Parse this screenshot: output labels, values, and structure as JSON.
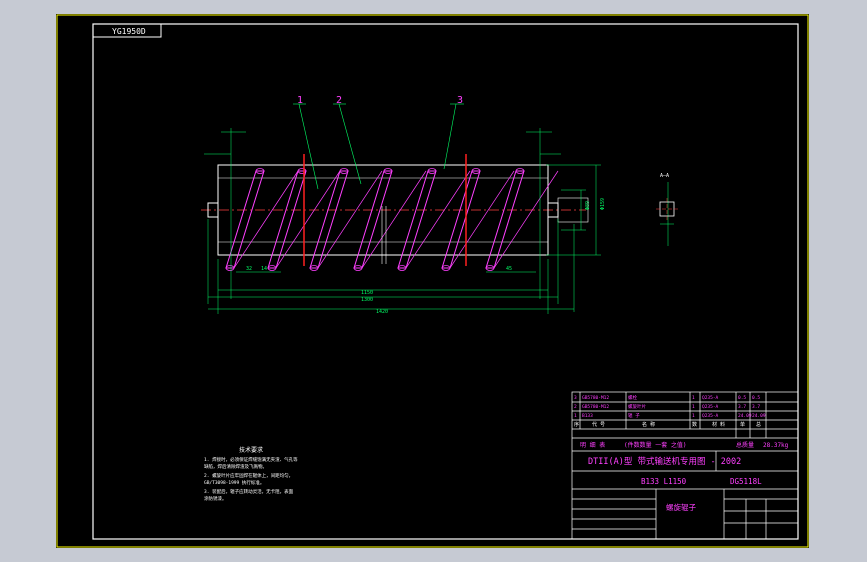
{
  "drawing_code": "YG1950D",
  "part_numbers": [
    "1",
    "2",
    "3"
  ],
  "section_label": "A—A",
  "dim_labels": [
    "Φ89",
    "Φ159",
    "1150",
    "1300",
    "1420",
    "32",
    "14",
    "45"
  ],
  "technical_notes": {
    "title": "技术要求",
    "lines": [
      "1. 焊接时，必须保证焊缝饱满无夹渣、气孔等",
      "   缺陷，焊后清除焊渣及飞溅物。",
      "2. 螺旋叶片应牢固焊在辊体上，间距均匀，",
      "   GB/T3098-1999 执行标准。",
      "3. 装配后，辊子应转动灵活，无卡阻，表面",
      "   涂防锈漆。"
    ]
  },
  "parts_list": [
    {
      "no": "3",
      "code": "GB5780-M12",
      "name": "螺栓",
      "qty": "1",
      "material": "Q235-A",
      "unit_weight": "0.5",
      "total_weight": "0.5"
    },
    {
      "no": "2",
      "code": "GB5780-M12",
      "name": "螺旋叶片",
      "qty": "1",
      "material": "Q235-A",
      "unit_weight": "3.7",
      "total_weight": "3.7"
    },
    {
      "no": "1",
      "code": "B133",
      "name": "辊 子",
      "qty": "1",
      "material": "Q235-A",
      "unit_weight": "24.09",
      "total_weight": "24.09"
    }
  ],
  "parts_header": [
    "序",
    "代 号",
    "名 称",
    "数",
    "材 料",
    "单",
    "总"
  ],
  "parts_notes_row": [
    "明 细 表",
    "(件数数量 一套 之值)",
    "总质量",
    "28.37kg"
  ],
  "title_block": {
    "series_title": "DTII(A)型  带式输送机专用图 - 2002",
    "code_left": "B133  L1150",
    "code_right": "DG5118L",
    "part_name": "螺旋辊子"
  }
}
